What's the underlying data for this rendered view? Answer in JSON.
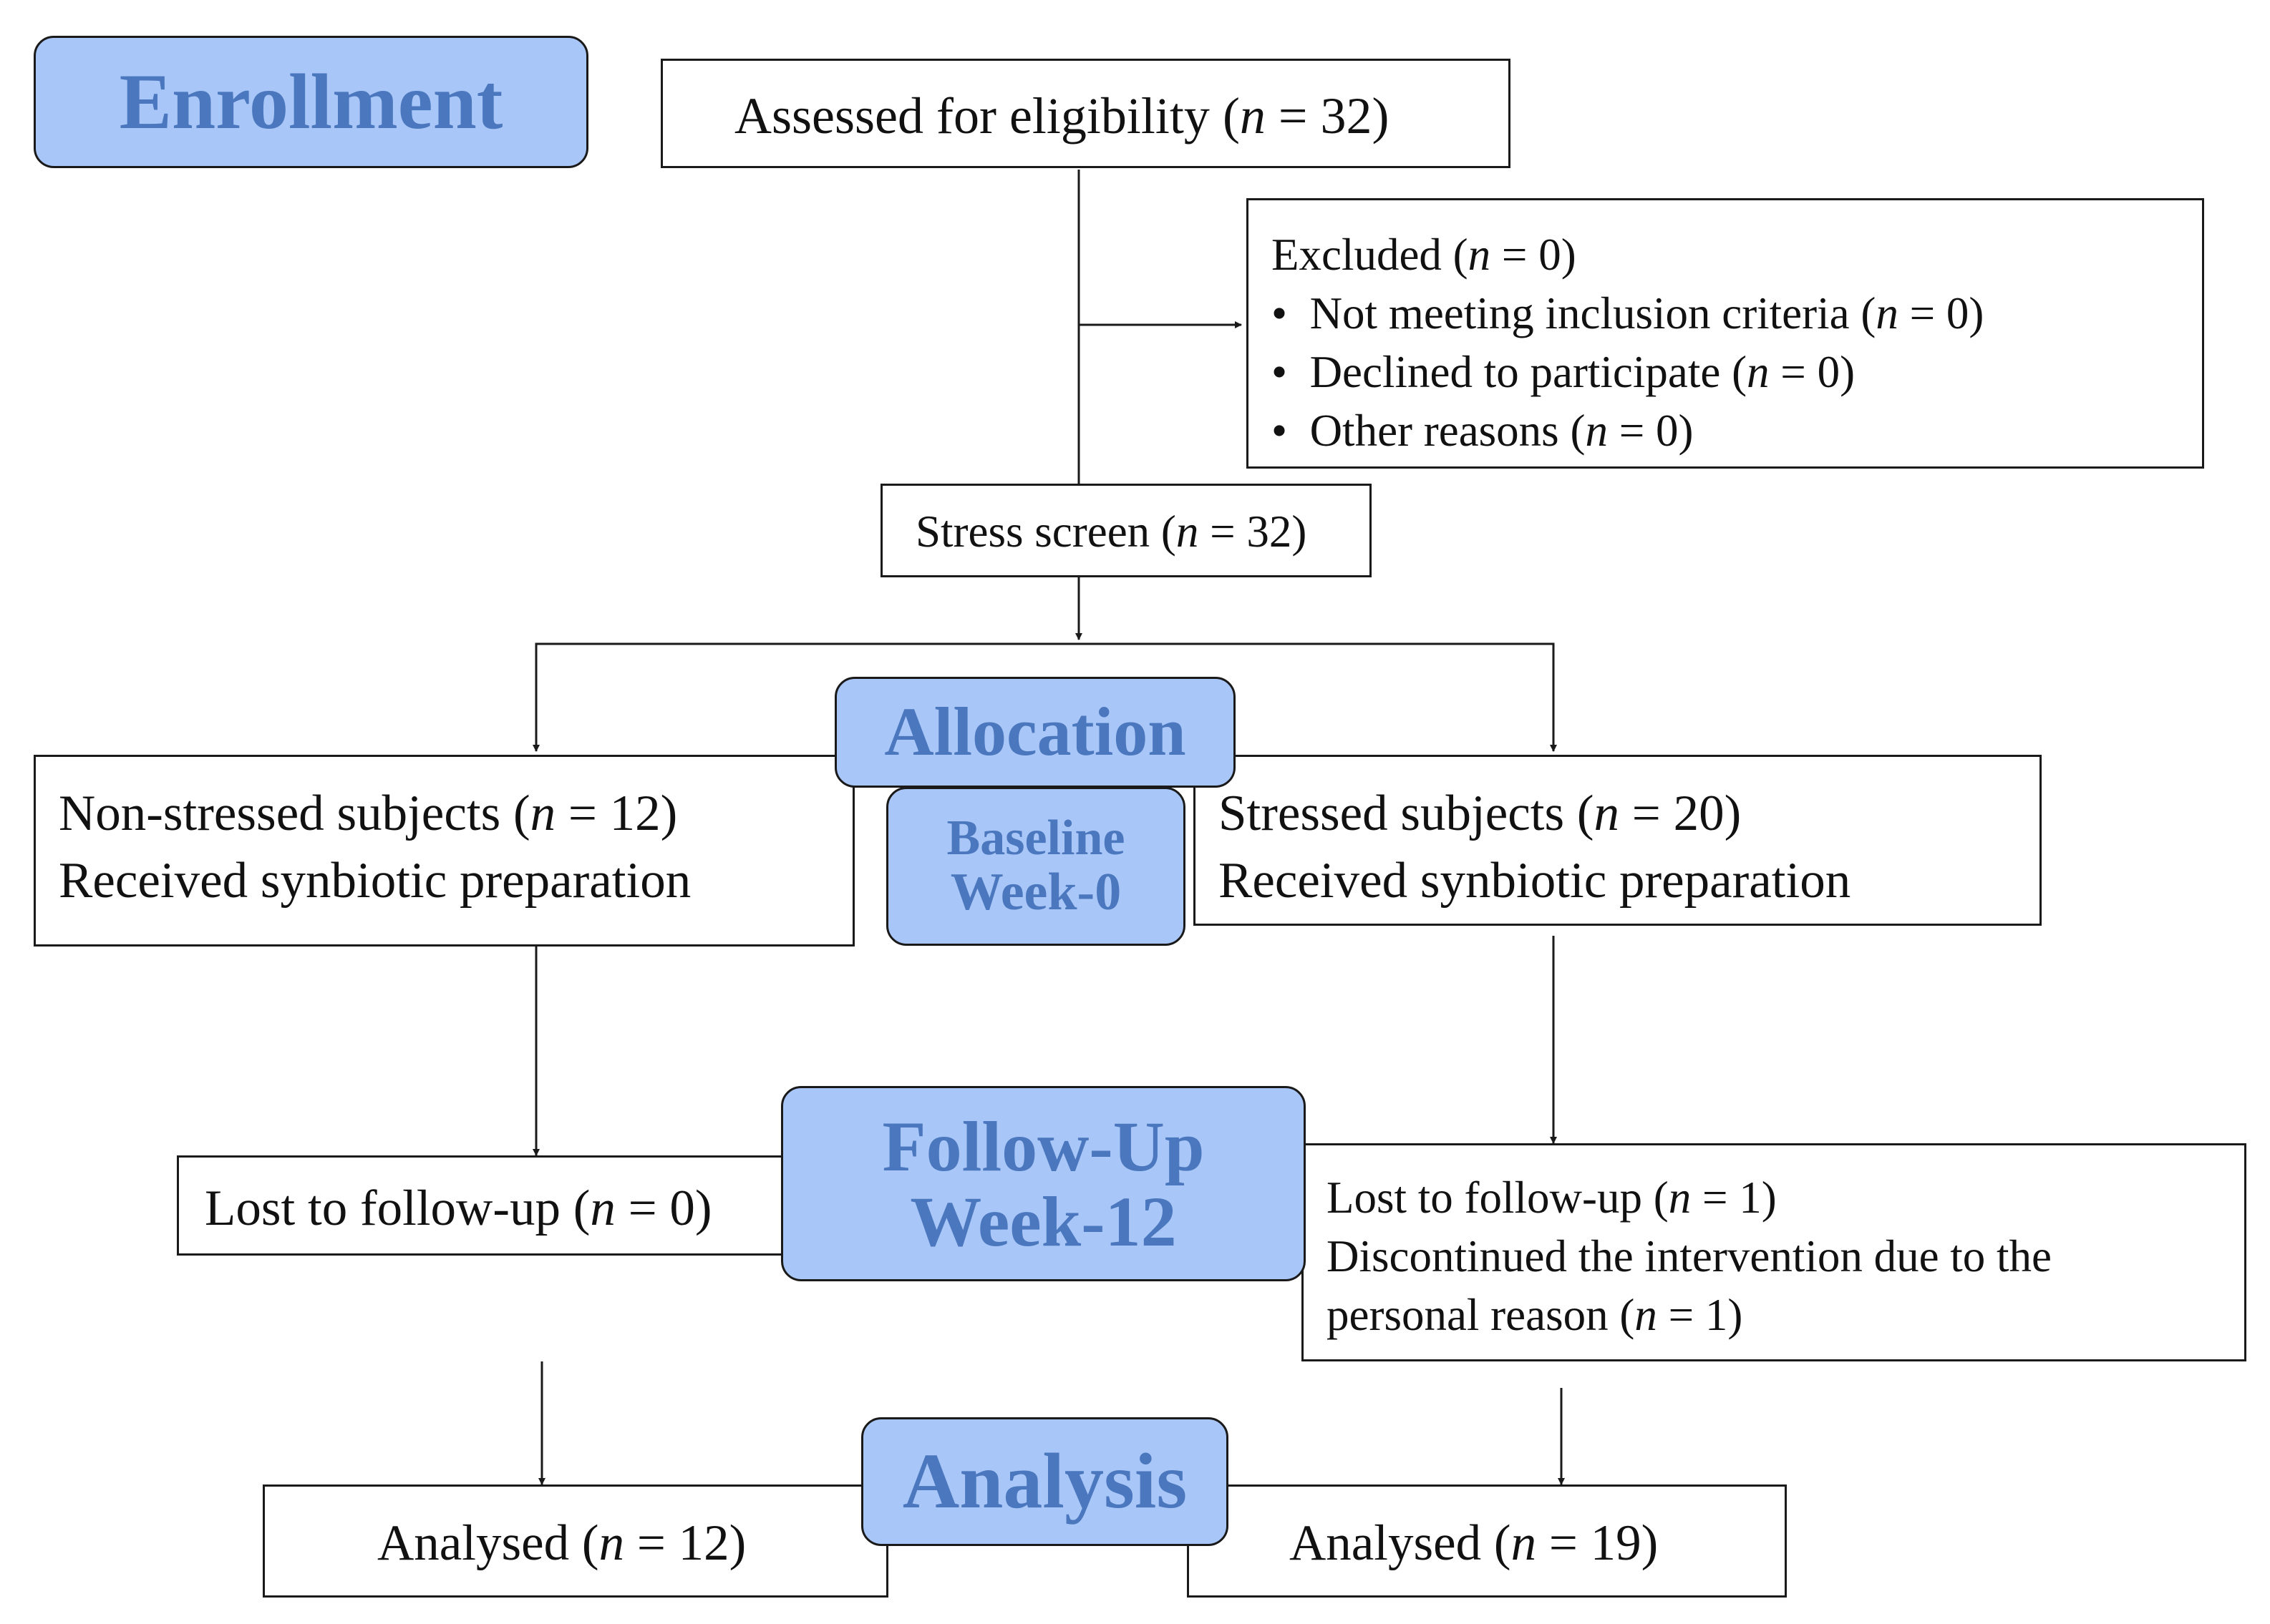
{
  "phases": {
    "enrollment": "Enrollment",
    "allocation": "Allocation",
    "baseline": [
      "Baseline",
      "Week-0"
    ],
    "followup": [
      "Follow-Up",
      "Week-12"
    ],
    "analysis": "Analysis"
  },
  "boxes": {
    "assessed": {
      "label": "Assessed for eligibility",
      "n": "32"
    },
    "excluded": {
      "title": {
        "label": "Excluded",
        "n": "0"
      },
      "bullets": [
        {
          "label": "Not meeting inclusion criteria",
          "n": "0"
        },
        {
          "label": "Declined to participate",
          "n": "0"
        },
        {
          "label": "Other reasons",
          "n": "0"
        }
      ]
    },
    "stress_screen": {
      "label": "Stress screen",
      "n": "32"
    },
    "non_stressed": {
      "label": "Non-stressed subjects",
      "n": "12",
      "line2": "Received synbiotic preparation"
    },
    "stressed": {
      "label": "Stressed subjects",
      "n": "20",
      "line2": "Received synbiotic preparation"
    },
    "lost_left": {
      "label": "Lost to follow-up",
      "n": "0"
    },
    "lost_right": {
      "line1": {
        "label": "Lost to follow-up",
        "n": "1"
      },
      "line2": "Discontinued the intervention due to the",
      "line3": {
        "label": "personal reason",
        "n": "1"
      }
    },
    "analysed_left": {
      "label": "Analysed",
      "n": "12"
    },
    "analysed_right": {
      "label": "Analysed",
      "n": "19"
    }
  },
  "symbols": {
    "n": "n",
    "eq": "=",
    "open": "(",
    "close": ")",
    "bullet": "•"
  },
  "colors": {
    "phase_fill": "#a8c6f7",
    "phase_text": "#4a77bd",
    "line": "#1a1a1a"
  }
}
